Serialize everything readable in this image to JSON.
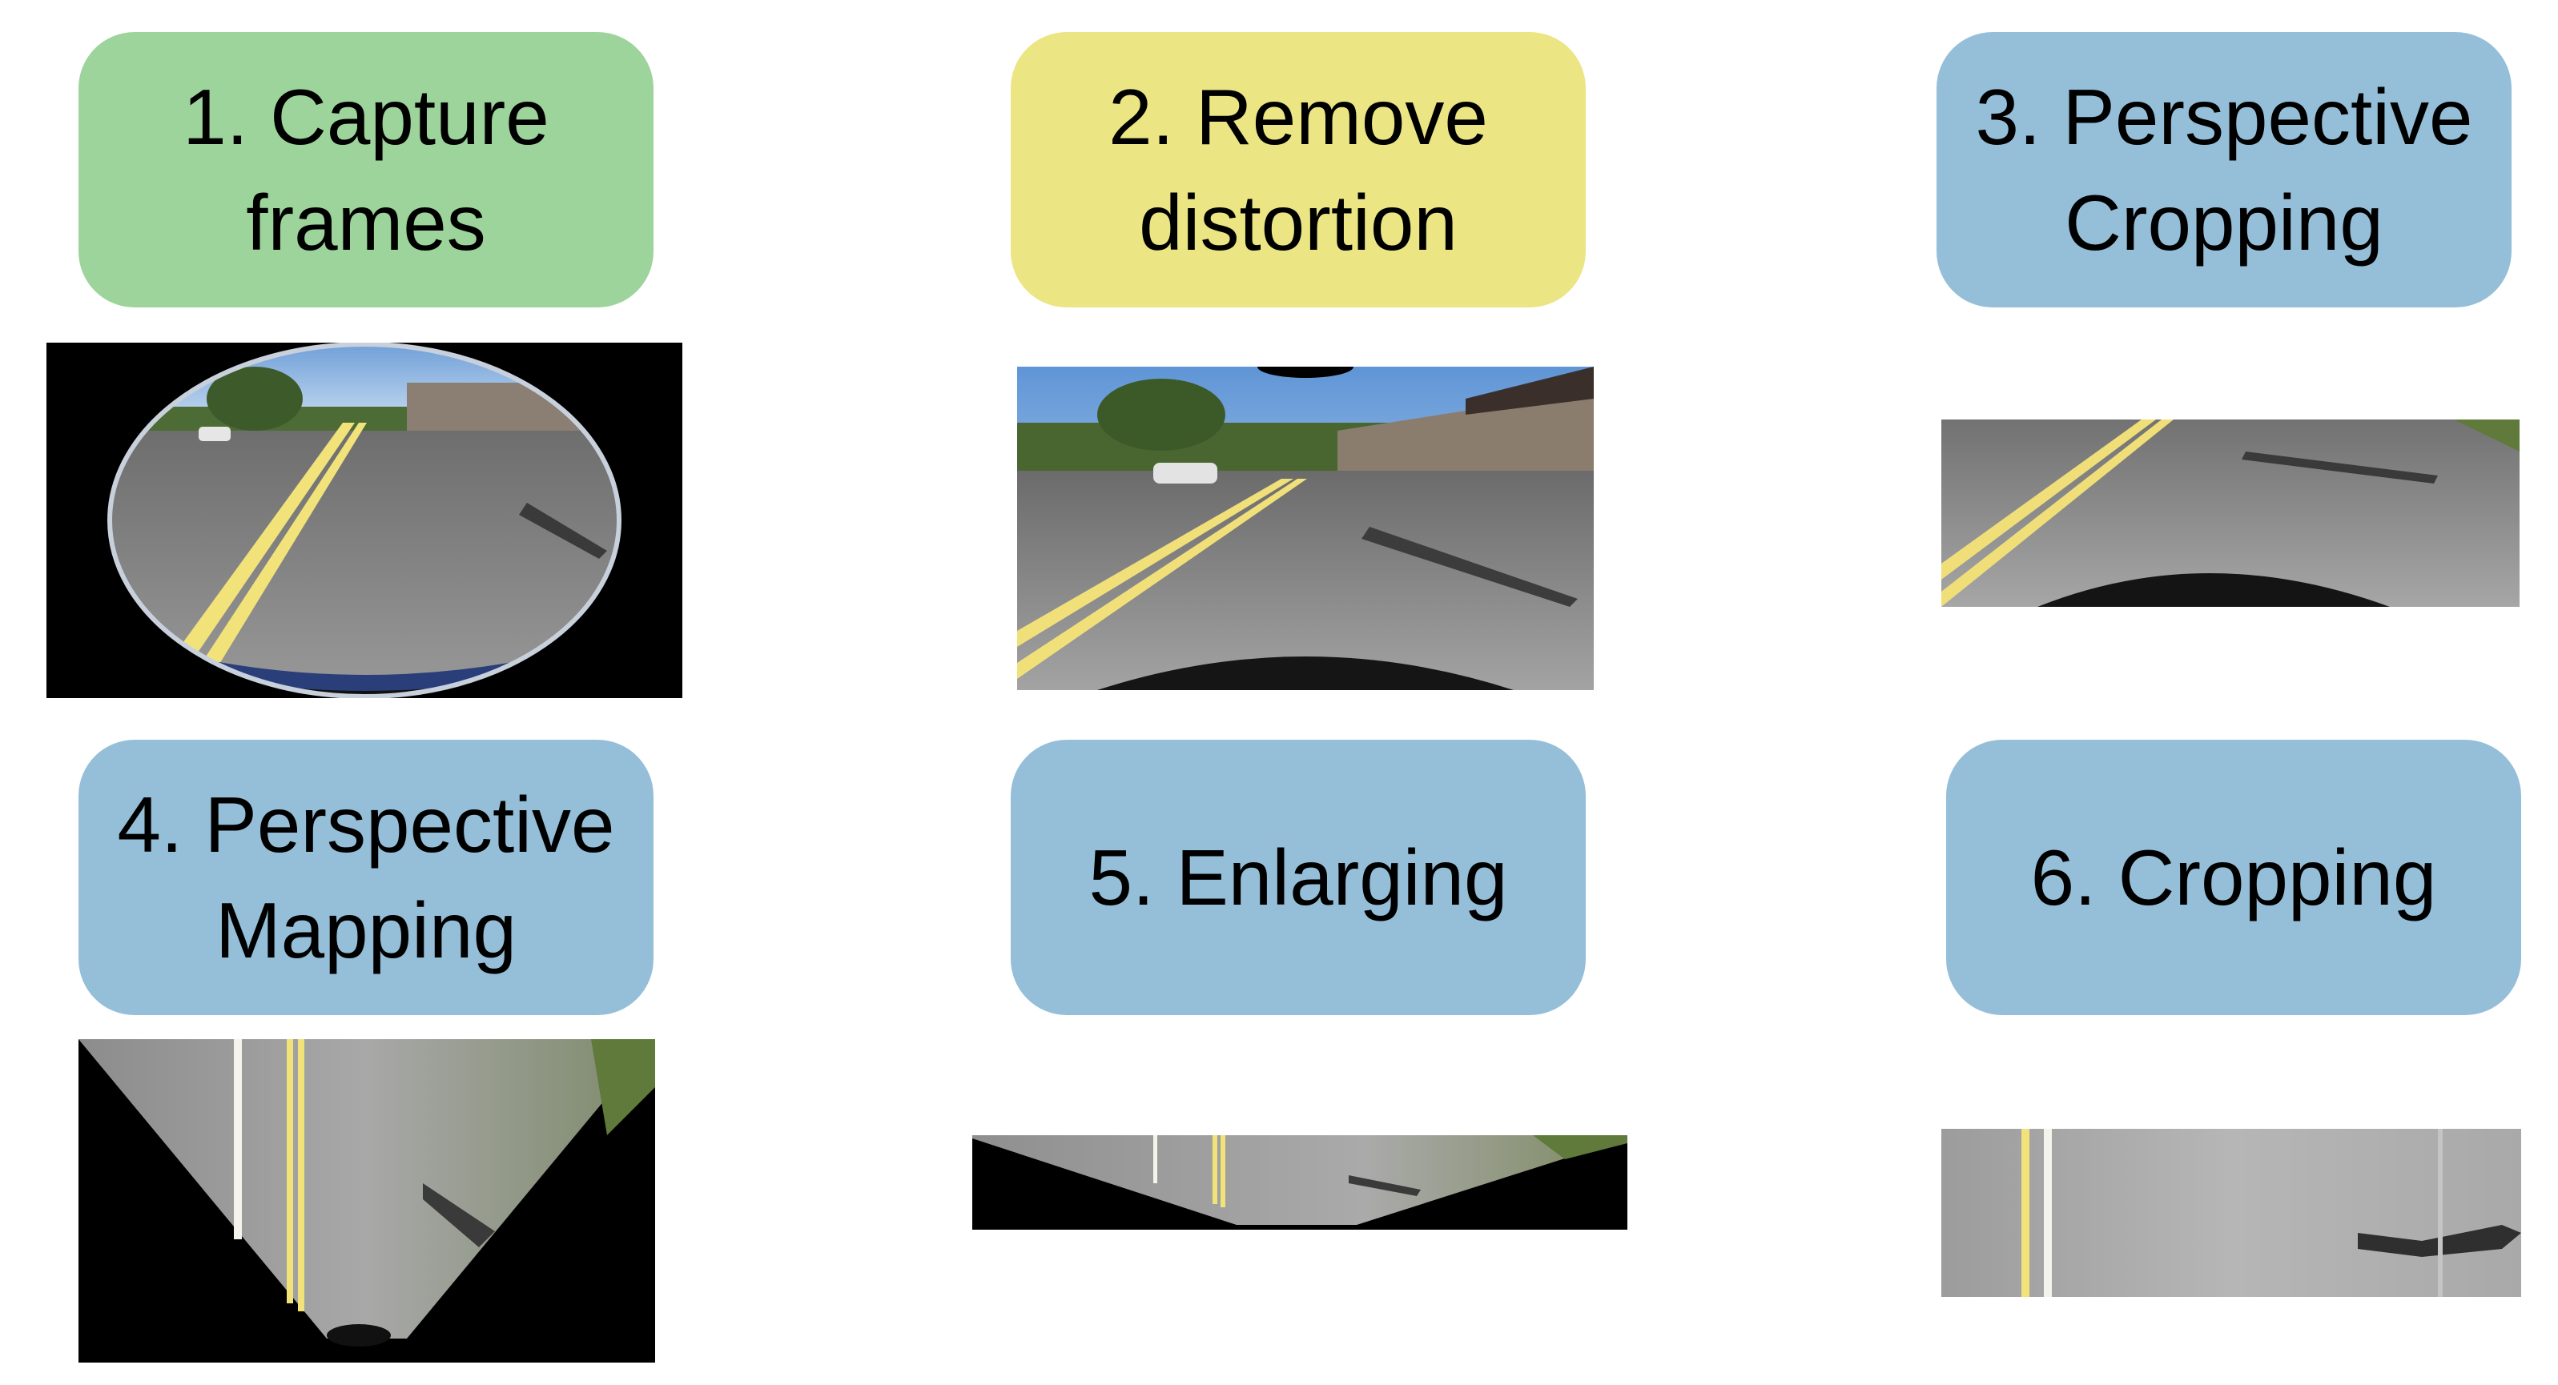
{
  "colors": {
    "capture": "#9dd49b",
    "distortion": "#ebe584",
    "processing": "#95bfd8"
  },
  "steps": [
    {
      "label": "1. Capture\nframes",
      "color": "capture"
    },
    {
      "label": "2. Remove\ndistortion",
      "color": "distortion"
    },
    {
      "label": "3. Perspective\nCropping",
      "color": "processing"
    },
    {
      "label": "4. Perspective\nMapping",
      "color": "processing"
    },
    {
      "label": "5. Enlarging",
      "color": "processing"
    },
    {
      "label": "6. Cropping",
      "color": "processing"
    }
  ]
}
